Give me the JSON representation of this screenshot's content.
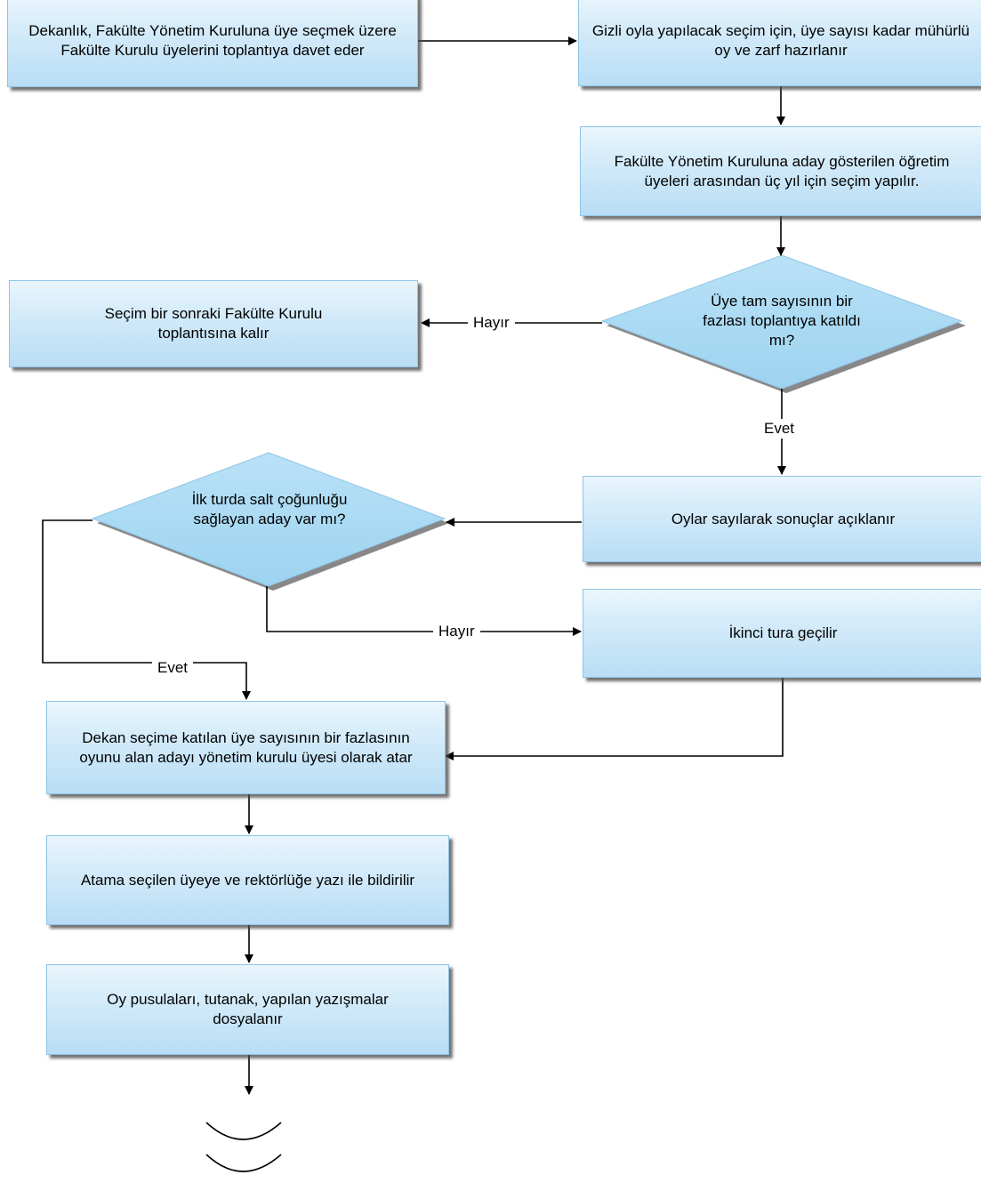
{
  "flowchart": {
    "steps": {
      "invite": "Dekanlık, Fakülte Yönetim Kuruluna üye seçmek üzere Fakülte Kurulu üyelerini toplantıya davet eder",
      "ballots": "Gizli oyla yapılacak seçim için, üye sayısı kadar mühürlü oy ve zarf hazırlanır",
      "election": "Fakülte Yönetim Kuruluna aday gösterilen öğretim üyeleri arasından üç yıl için seçim yapılır.",
      "postpone": "Seçim bir sonraki Fakülte Kurulu toplantısına kalır",
      "count_votes": "Oylar sayılarak sonuçlar açıklanır",
      "second_round": "İkinci tura geçilir",
      "appoint": "Dekan seçime katılan üye sayısının bir fazlasının oyunu alan adayı yönetim kurulu üyesi olarak atar",
      "notify": "Atama seçilen üyeye ve rektörlüğe yazı ile bildirilir",
      "archive": "Oy pusulaları, tutanak, yapılan yazışmalar dosyalanır"
    },
    "decisions": {
      "quorum": "Üye tam sayısının bir fazlası toplantıya katıldı mı?",
      "majority": "İlk turda salt çoğunluğu sağlayan aday var mı?"
    },
    "labels": {
      "quorum_no": "Hayır",
      "quorum_yes": "Evet",
      "majority_no": "Hayır",
      "majority_yes": "Evet"
    }
  },
  "colors": {
    "box_fill_top": "#eaf6fd",
    "box_fill_bottom": "#b8ddf5",
    "box_border": "#8fc4e6",
    "diamond_fill": "#aedbf3",
    "line": "#000000"
  },
  "icons": {
    "end": "end-connector-icon"
  }
}
